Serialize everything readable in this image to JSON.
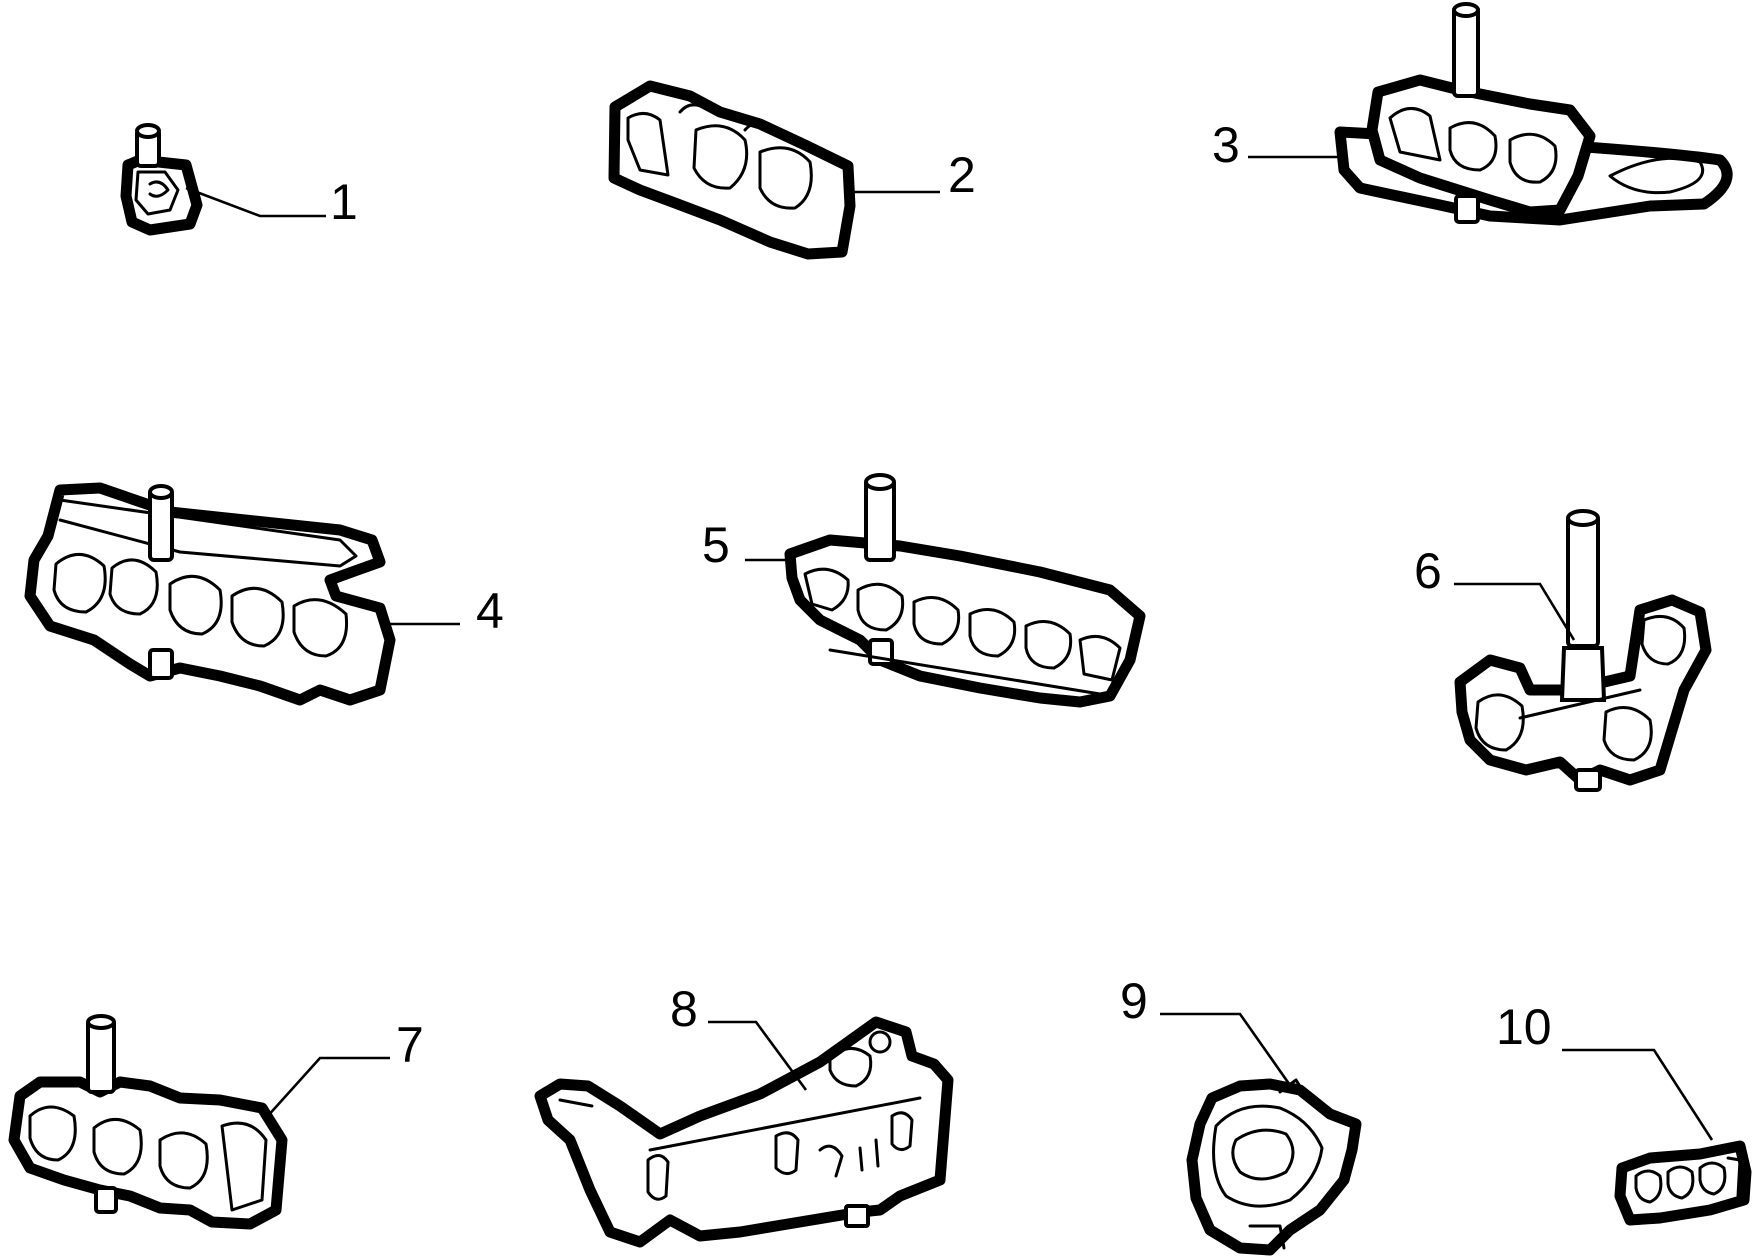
{
  "diagram": {
    "callouts": [
      {
        "id": 1,
        "label": "1"
      },
      {
        "id": 2,
        "label": "2"
      },
      {
        "id": 3,
        "label": "3"
      },
      {
        "id": 4,
        "label": "4"
      },
      {
        "id": 5,
        "label": "5"
      },
      {
        "id": 6,
        "label": "6"
      },
      {
        "id": 7,
        "label": "7"
      },
      {
        "id": 8,
        "label": "8"
      },
      {
        "id": 9,
        "label": "9"
      },
      {
        "id": 10,
        "label": "10"
      }
    ]
  }
}
